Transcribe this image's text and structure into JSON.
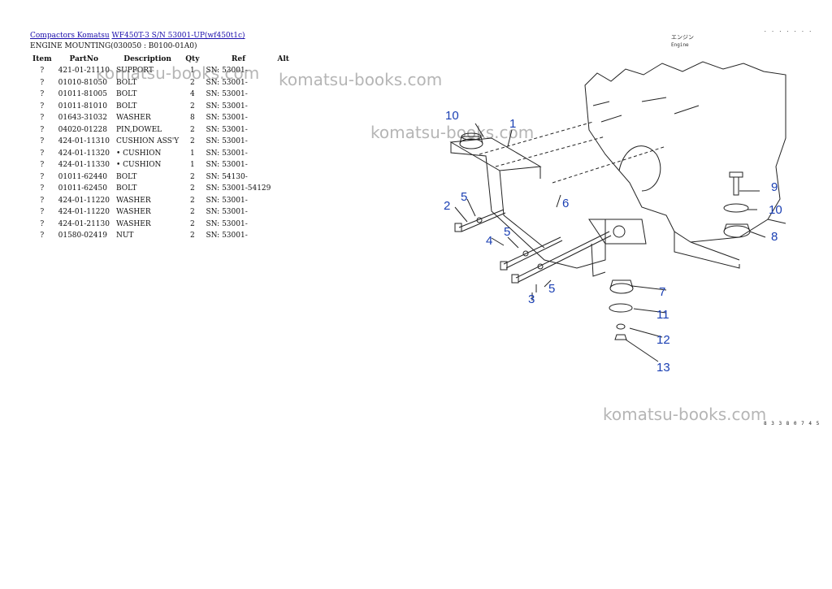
{
  "breadcrumb": {
    "link1": "Compactors Komatsu",
    "link2": "WF450T-3 S/N 53001-UP(wf450t1c)"
  },
  "subtitle": "ENGINE MOUNTING(030050 : B0100-01A0)",
  "table": {
    "headers": [
      "Item",
      "PartNo",
      "Description",
      "Qty",
      "Ref",
      "Alt"
    ],
    "rows": [
      [
        "?",
        "421-01-21110",
        "SUPPORT",
        "1",
        "SN: 53001-",
        ""
      ],
      [
        "?",
        "01010-81050",
        "BOLT",
        "2",
        "SN: 53001-",
        ""
      ],
      [
        "?",
        "01011-81005",
        "BOLT",
        "4",
        "SN: 53001-",
        ""
      ],
      [
        "?",
        "01011-81010",
        "BOLT",
        "2",
        "SN: 53001-",
        ""
      ],
      [
        "?",
        "01643-31032",
        "WASHER",
        "8",
        "SN: 53001-",
        ""
      ],
      [
        "?",
        "04020-01228",
        "PIN,DOWEL",
        "2",
        "SN: 53001-",
        ""
      ],
      [
        "?",
        "424-01-11310",
        "CUSHION ASS'Y",
        "2",
        "SN: 53001-",
        ""
      ],
      [
        "?",
        "424-01-11320",
        "• CUSHION",
        "1",
        "SN: 53001-",
        ""
      ],
      [
        "?",
        "424-01-11330",
        "• CUSHION",
        "1",
        "SN: 53001-",
        ""
      ],
      [
        "?",
        "01011-62440",
        "BOLT",
        "2",
        "SN: 54130-",
        ""
      ],
      [
        "?",
        "01011-62450",
        "BOLT",
        "2",
        "SN: 53001-54129",
        ""
      ],
      [
        "?",
        "424-01-11220",
        "WASHER",
        "2",
        "SN: 53001-",
        ""
      ],
      [
        "?",
        "424-01-11220",
        "WASHER",
        "2",
        "SN: 53001-",
        ""
      ],
      [
        "?",
        "424-01-21130",
        "WASHER",
        "2",
        "SN: 53001-",
        ""
      ],
      [
        "?",
        "01580-02419",
        "NUT",
        "2",
        "SN: 53001-",
        ""
      ]
    ]
  },
  "watermarks": [
    "komatsu-books.com",
    "komatsu-books.com",
    "komatsu-books.com",
    "komatsu-books.com"
  ],
  "diagram": {
    "engine_label_jp": "エンジン",
    "engine_label": "Engine",
    "callouts": [
      "10",
      "1",
      "2",
      "5",
      "6",
      "4",
      "5",
      "3",
      "5",
      "9",
      "10",
      "8",
      "7",
      "11",
      "12",
      "13"
    ],
    "ref_code": "8 3 3 8 0 7 4 5",
    "corner_mark": ". . . . . . .",
    "callout_color": "#1a3fb3"
  }
}
